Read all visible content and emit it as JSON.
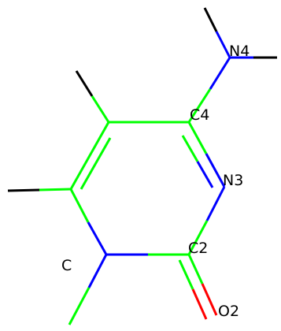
{
  "molecule": {
    "atoms": [
      {
        "id": "n4",
        "label": "N4"
      },
      {
        "id": "c4",
        "label": "C4"
      },
      {
        "id": "n3",
        "label": "N3"
      },
      {
        "id": "c2",
        "label": "C2"
      },
      {
        "id": "c1",
        "label": "C"
      },
      {
        "id": "o2",
        "label": "O2"
      }
    ]
  },
  "colors": {
    "carbon": "#00ff00",
    "nitrogen": "#0000ff",
    "oxygen": "#ff0000",
    "other": "#000000",
    "label": "#000000",
    "background": "#ffffff"
  }
}
